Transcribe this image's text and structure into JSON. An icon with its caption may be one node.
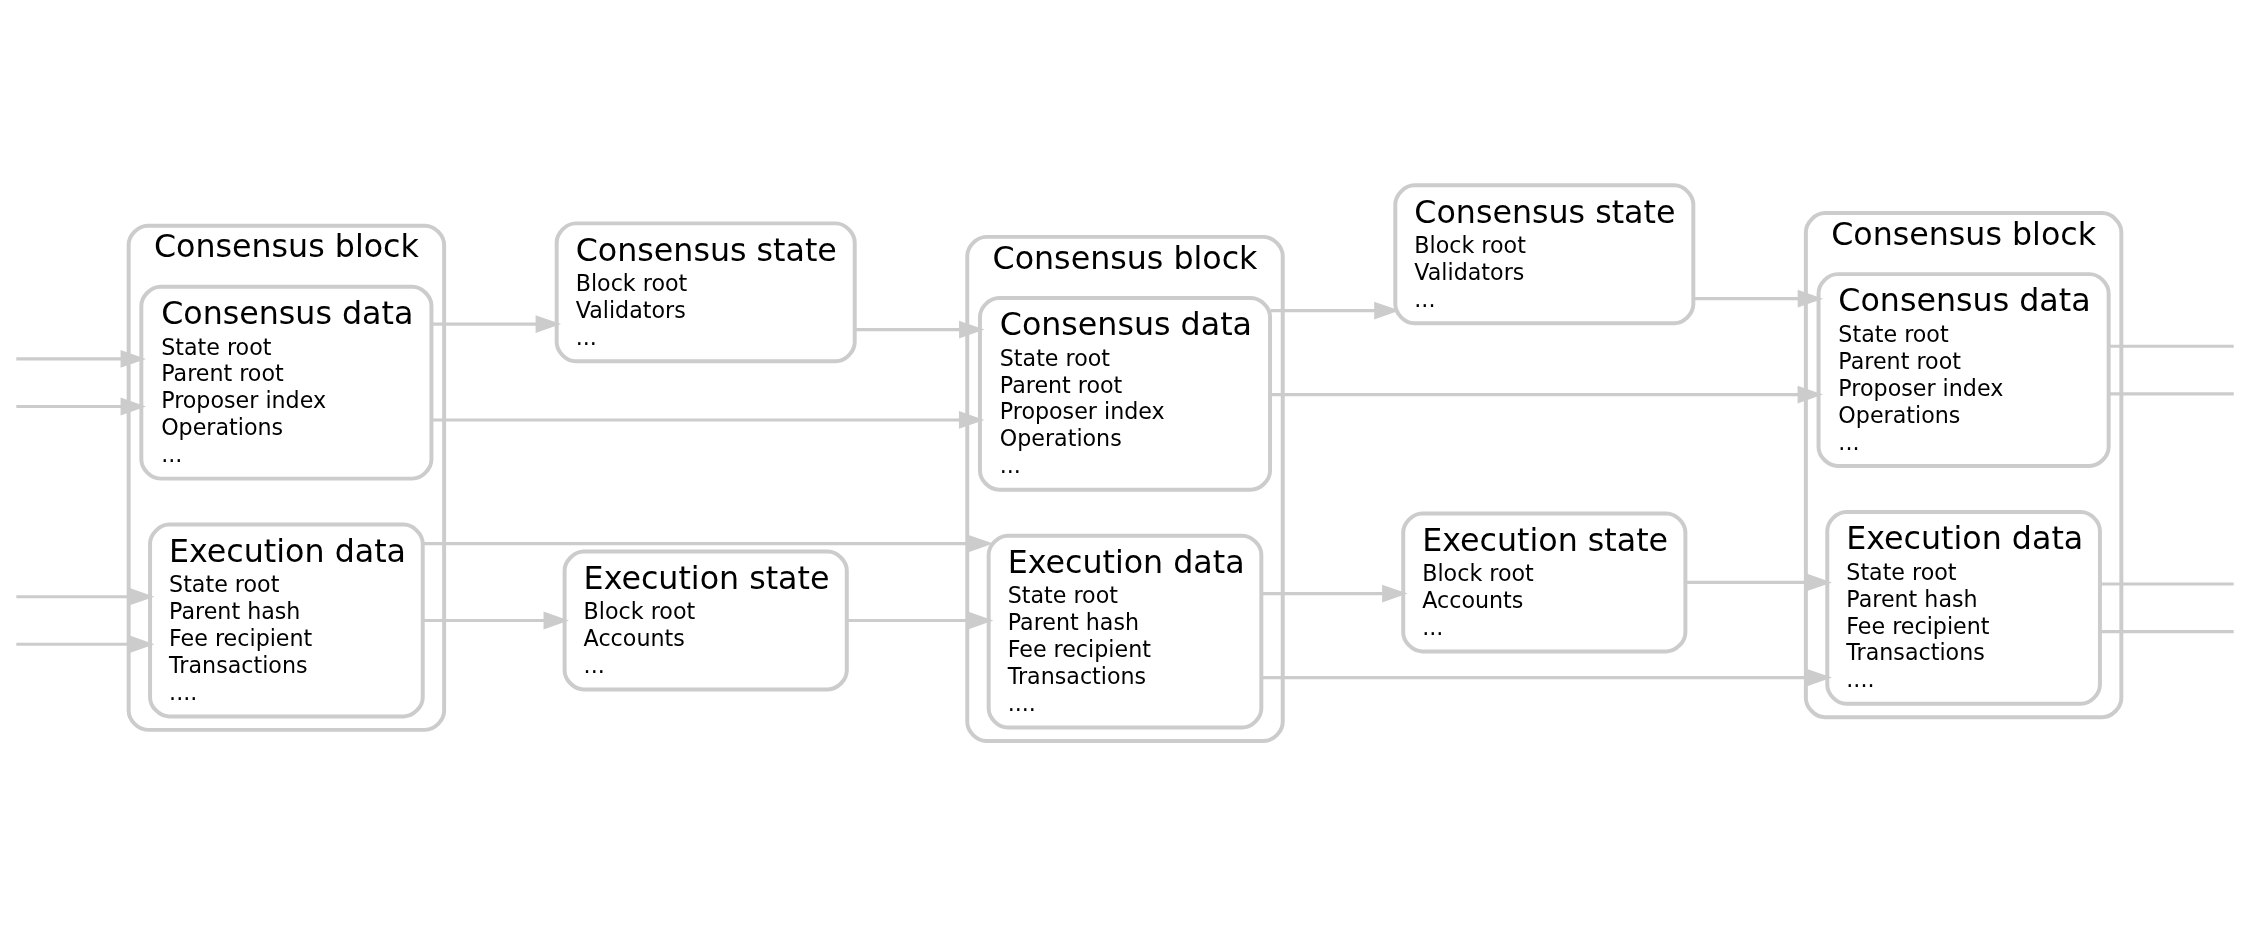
{
  "diagram": {
    "nodes": [
      {
        "text": [
          "Consensus block"
        ]
      },
      {
        "text": [
          "Consensus data",
          "State root",
          "Parent root",
          "Proposer index",
          "Operations",
          "..."
        ],
        "in": 0
      },
      {
        "text": [
          "Execution data",
          "State root",
          "Parent hash",
          "Fee recipient",
          "Transactions",
          "...."
        ],
        "in": 0
      },
      {
        "text": [
          "Consensus state",
          "Block root",
          "Validators",
          "..."
        ]
      },
      {
        "text": [
          "Execution state",
          "Block root",
          "Accounts",
          "..."
        ]
      },
      {
        "text": [
          "Consensus block"
        ]
      },
      {
        "text": [
          "Consensus data",
          "State root",
          "Parent root",
          "Proposer index",
          "Operations",
          "..."
        ],
        "in": 5
      },
      {
        "text": [
          "Execution data",
          "State root",
          "Parent hash",
          "Fee recipient",
          "Transactions",
          "...."
        ],
        "in": 5
      },
      {
        "text": [
          "Consensus state",
          "Block root",
          "Validators",
          "..."
        ]
      },
      {
        "text": [
          "Execution state",
          "Block root",
          "Accounts",
          "..."
        ]
      },
      {
        "text": [
          "Consensus block"
        ]
      },
      {
        "text": [
          "Consensus data",
          "State root",
          "Parent root",
          "Proposer index",
          "Operations",
          "..."
        ],
        "in": 10
      },
      {
        "text": [
          "Execution data",
          "State root",
          "Parent hash",
          "Fee recipient",
          "Transactions",
          "...."
        ],
        "in": 10
      }
    ],
    "edges": [
      {
        "from": null,
        "to": 1,
        "arrow": "to"
      },
      {
        "from": null,
        "to": 1,
        "arrow": "to"
      },
      {
        "from": null,
        "to": 2,
        "arrow": "to"
      },
      {
        "from": null,
        "to": 2,
        "arrow": "to"
      },
      {
        "from": 1,
        "to": 3,
        "arrow": "to"
      },
      {
        "from": 3,
        "to": 6,
        "arrow": "to"
      },
      {
        "from": 1,
        "to": 6,
        "arrow": "to"
      },
      {
        "from": 4,
        "to": 7,
        "arrow": "to"
      },
      {
        "from": 2,
        "to": 7,
        "arrow": "to"
      },
      {
        "from": 2,
        "to": 4,
        "arrow": "to"
      },
      {
        "from": 6,
        "to": 8,
        "arrow": "to"
      },
      {
        "from": 8,
        "to": 11,
        "arrow": "to"
      },
      {
        "from": 6,
        "to": 11,
        "arrow": "to"
      },
      {
        "from": 9,
        "to": 12,
        "arrow": "to"
      },
      {
        "from": 7,
        "to": 12,
        "arrow": "to"
      },
      {
        "from": 7,
        "to": 9,
        "arrow": "to"
      },
      {
        "from": 11,
        "to": null,
        "arrow": "none"
      },
      {
        "from": 11,
        "to": null,
        "arrow": "none"
      },
      {
        "from": 12,
        "to": null,
        "arrow": "none"
      },
      {
        "from": 12,
        "to": null,
        "arrow": "none"
      }
    ]
  }
}
